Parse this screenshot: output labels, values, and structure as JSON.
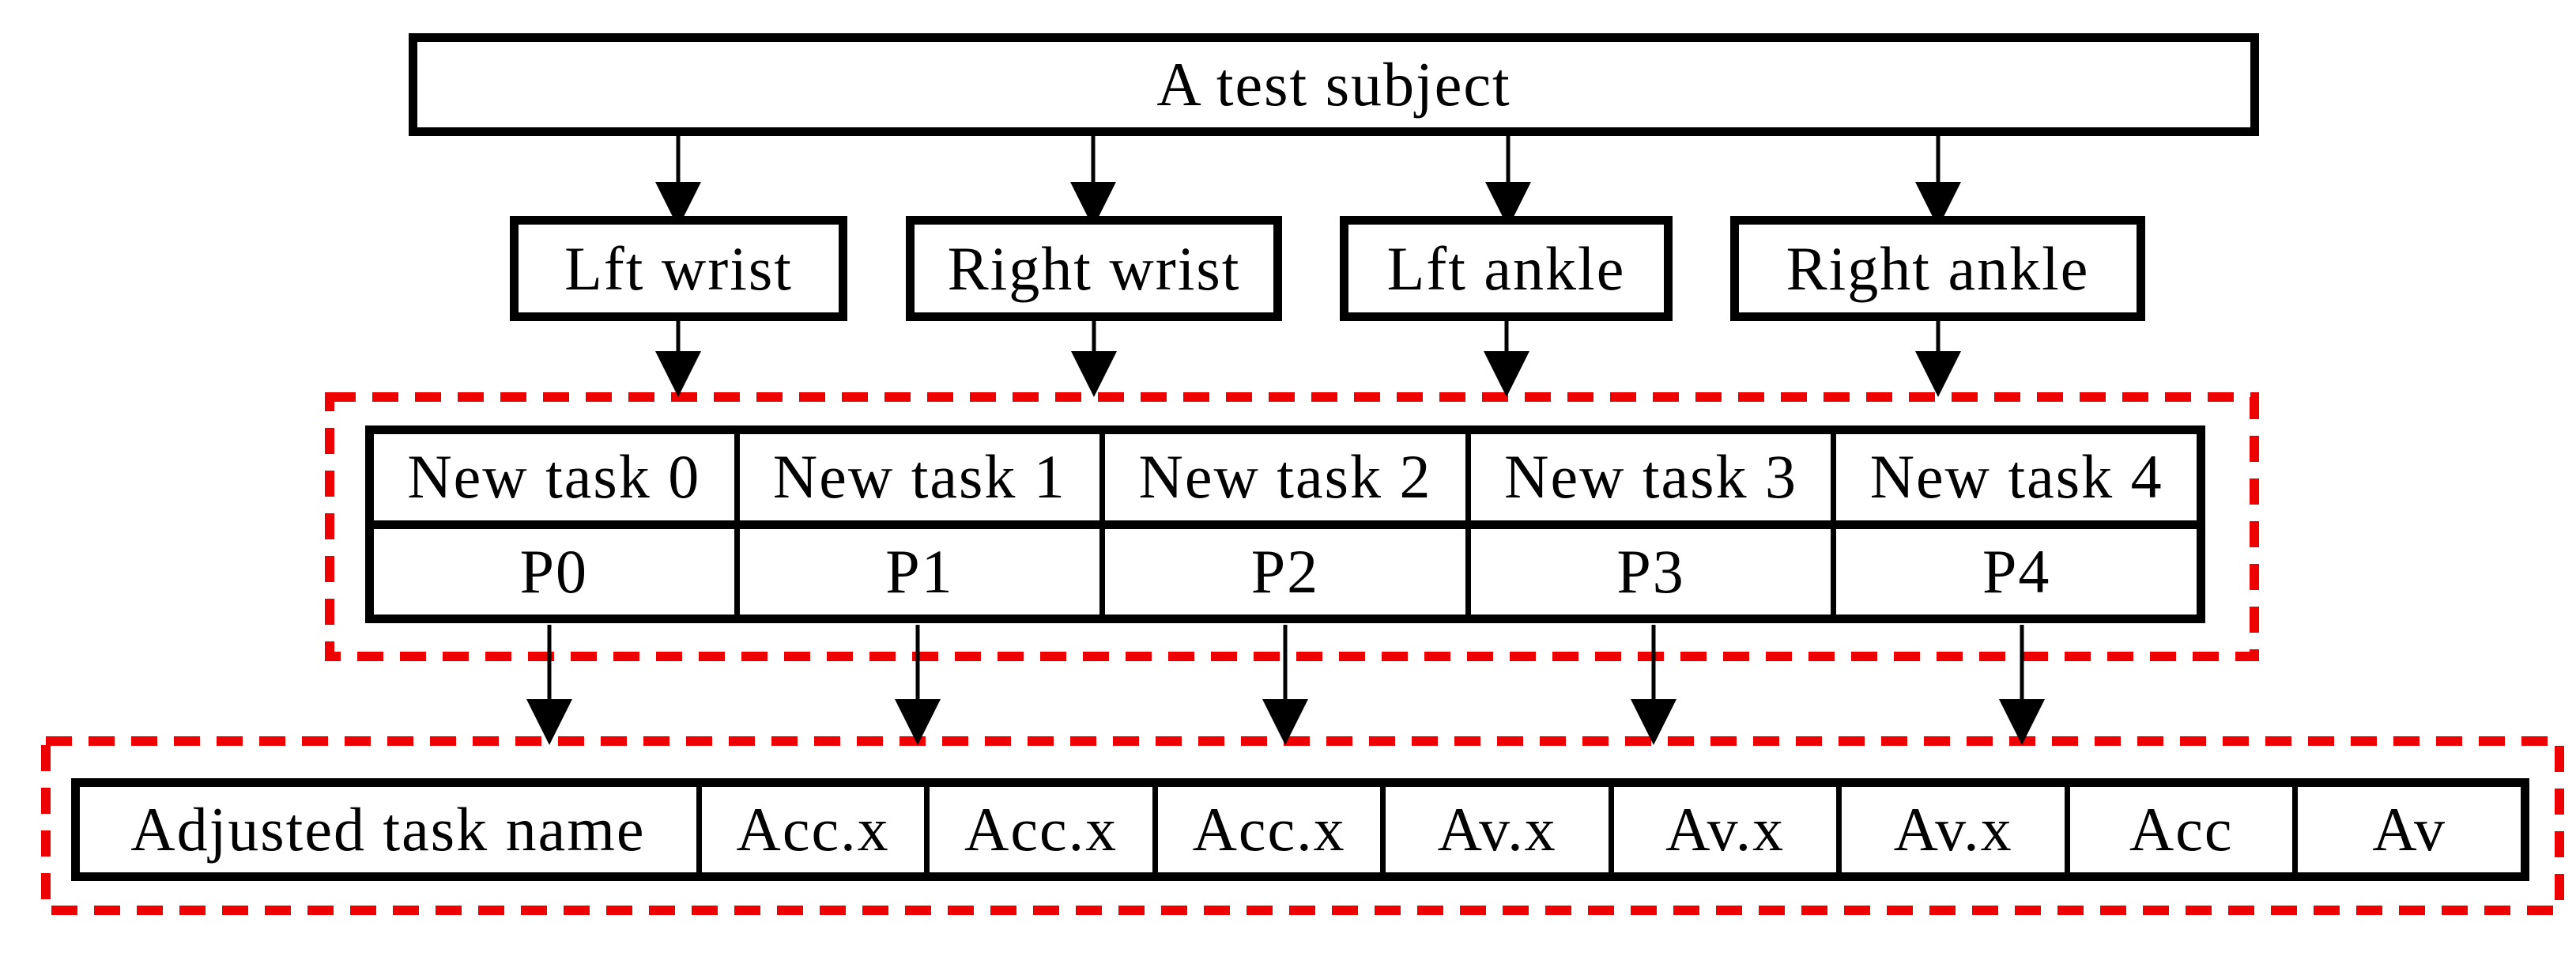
{
  "diagram": {
    "root_label": "A test subject",
    "sensors": [
      "Lft wrist",
      "Right wrist",
      "Lft ankle",
      "Right ankle"
    ],
    "task_table": {
      "new_tasks": [
        "New task 0",
        "New task 1",
        "New task 2",
        "New task 3",
        "New task 4"
      ],
      "pipelines": [
        "P0",
        "P1",
        "P2",
        "P3",
        "P4"
      ]
    },
    "feature_table": {
      "cells": [
        "Adjusted task name",
        "Acc.x",
        "Acc.x",
        "Acc.x",
        "Av.x",
        "Av.x",
        "Av.x",
        "Acc",
        "Av"
      ]
    },
    "colors": {
      "dashed_border_red": "#ee0000",
      "line_black": "#000000",
      "background": "#ffffff"
    }
  }
}
